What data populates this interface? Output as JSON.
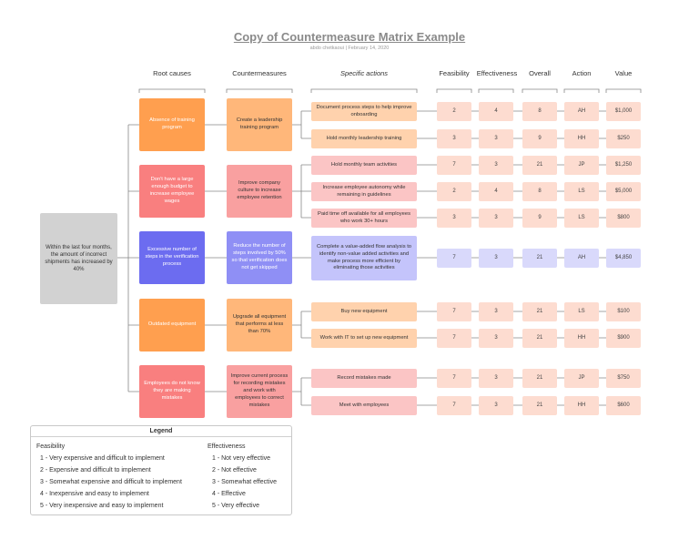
{
  "title": "Copy of Countermeasure Matrix Example",
  "subtitle": "abdo chetkaoui  |  February 14, 2020",
  "headers": {
    "root_causes": "Root causes",
    "countermeasures": "Countermeasures",
    "specific_actions": "Specific actions",
    "feasibility": "Feasibility",
    "effectiveness": "Effectiveness",
    "overall": "Overall",
    "action": "Action",
    "value": "Value"
  },
  "problem": "Within the last four months, the amount of incorrect shipments has increased by 40%",
  "rows": [
    {
      "cause": "Absence of training program",
      "countermeasure": "Create a leadership training program",
      "actions": [
        {
          "text": "Document process steps to help improve onboarding",
          "feasibility": "2",
          "effectiveness": "4",
          "overall": "8",
          "owner": "AH",
          "value": "$1,000"
        },
        {
          "text": "Hold monthly leadership training",
          "feasibility": "3",
          "effectiveness": "3",
          "overall": "9",
          "owner": "HH",
          "value": "$250"
        }
      ]
    },
    {
      "cause": "Don't have a large enough budget to increase employee wages",
      "countermeasure": "Improve company culture to increase employee retention",
      "actions": [
        {
          "text": "Hold monthly team activities",
          "feasibility": "7",
          "effectiveness": "3",
          "overall": "21",
          "owner": "JP",
          "value": "$1,250"
        },
        {
          "text": "Increase employee autonomy while remaining in guidelines",
          "feasibility": "2",
          "effectiveness": "4",
          "overall": "8",
          "owner": "LS",
          "value": "$5,000"
        },
        {
          "text": "Paid time off available for all employees who work 30+ hours",
          "feasibility": "3",
          "effectiveness": "3",
          "overall": "9",
          "owner": "LS",
          "value": "$800"
        }
      ]
    },
    {
      "cause": "Excessive number of steps in the verification process",
      "countermeasure": "Reduce the number of steps involved by 50% so that verification does not get skipped",
      "actions": [
        {
          "text": "Complete a value-added flow analysis to identify non-value added activities and make process more efficient by eliminating those activities",
          "feasibility": "7",
          "effectiveness": "3",
          "overall": "21",
          "owner": "AH",
          "value": "$4,850"
        }
      ]
    },
    {
      "cause": "Outdated equipment",
      "countermeasure": "Upgrade all equipment that performs at less than 70%",
      "actions": [
        {
          "text": "Buy new equipment",
          "feasibility": "7",
          "effectiveness": "3",
          "overall": "21",
          "owner": "LS",
          "value": "$100"
        },
        {
          "text": "Work with IT to set up new equipment",
          "feasibility": "7",
          "effectiveness": "3",
          "overall": "21",
          "owner": "HH",
          "value": "$900"
        }
      ]
    },
    {
      "cause": "Employees do not know they are making mistakes",
      "countermeasure": "Improve current process for recording mistakes and work with employees to correct mistakes",
      "actions": [
        {
          "text": "Record mistakes made",
          "feasibility": "7",
          "effectiveness": "3",
          "overall": "21",
          "owner": "JP",
          "value": "$750"
        },
        {
          "text": "Meet with employees",
          "feasibility": "7",
          "effectiveness": "3",
          "overall": "21",
          "owner": "HH",
          "value": "$600"
        }
      ]
    }
  ],
  "legend": {
    "title": "Legend",
    "feasibility_title": "Feasibility",
    "feasibility": [
      "1 - Very expensive and difficult to implement",
      "2 - Expensive and difficult to implement",
      "3 - Somewhat expensive and difficult to implement",
      "4 - Inexpensive and easy to implement",
      "5 - Very inexpensive and easy to implement"
    ],
    "effectiveness_title": "Effectiveness",
    "effectiveness": [
      "1 - Not very effective",
      "2 - Not effective",
      "3 - Somewhat effective",
      "4 - Effective",
      "5 - Very effective"
    ]
  },
  "colors": {
    "orange": "#ff9f4f",
    "red": "#f97f7f",
    "blue": "#6c6cf0",
    "gray": "#d2d2d2",
    "cell": "#fddcd0"
  }
}
